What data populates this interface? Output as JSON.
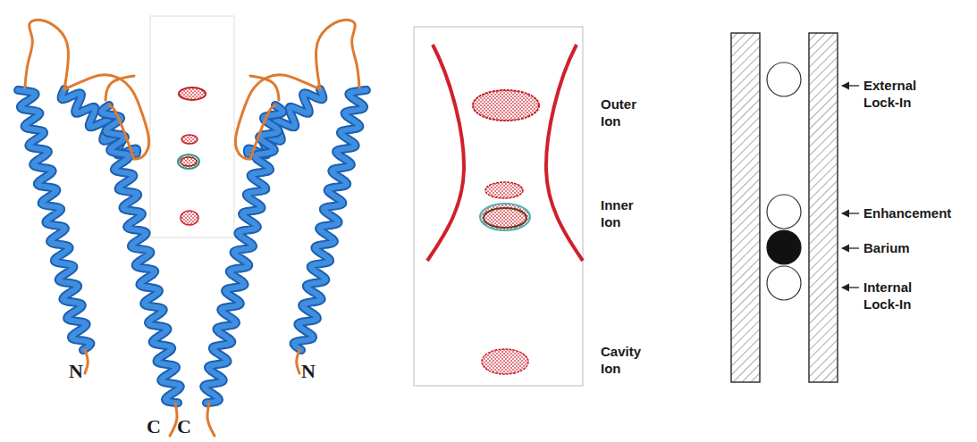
{
  "diagram": {
    "labels": [
      "N",
      "N",
      "C",
      "C",
      "Outer Ion",
      "Inner Ion",
      "Cavity Ion",
      "External Lock-In",
      "Enhancement",
      "Barium",
      "Internal Lock-In"
    ]
  }
}
